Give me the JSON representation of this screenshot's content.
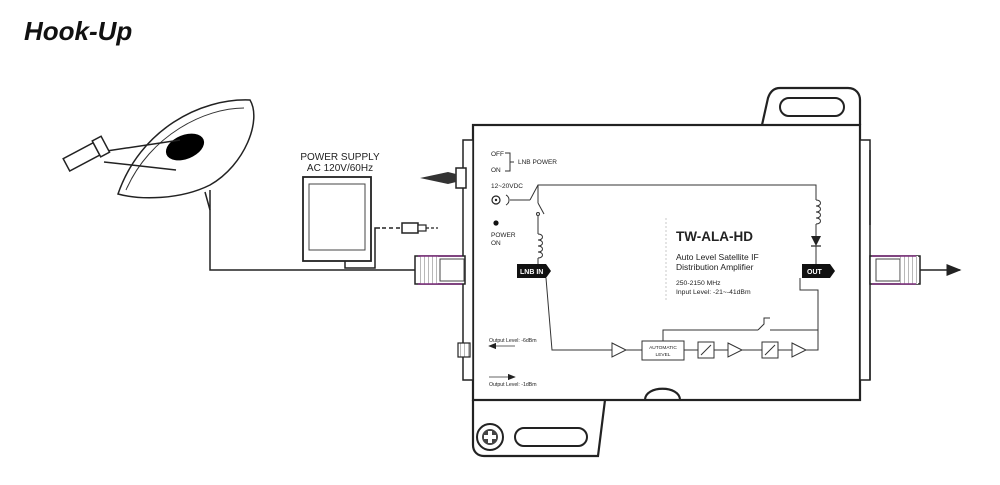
{
  "title": "Hook-Up",
  "power_supply": {
    "line1": "POWER SUPPLY",
    "line2": "AC 120V/60Hz"
  },
  "device": {
    "model": "TW-ALA-HD",
    "desc_line1": "Auto Level Satellite IF",
    "desc_line2": "Distribution Amplifier",
    "spec_freq": "250-2150 MHz",
    "spec_input": "Input Level: -21~-41dBm"
  },
  "switch": {
    "off": "OFF",
    "on": "ON",
    "label": "LNB POWER"
  },
  "dc_input": "12~20VDC",
  "power_led": {
    "line1": "POWER",
    "line2": "ON"
  },
  "ports": {
    "lnb_in": "LNB IN",
    "out": "OUT"
  },
  "agc": {
    "line1": "AUTOMATIC",
    "line2": "LEVEL"
  },
  "output_levels": {
    "upper": "Output Level: -6dBm",
    "lower": "Output Level: -1dBm"
  }
}
